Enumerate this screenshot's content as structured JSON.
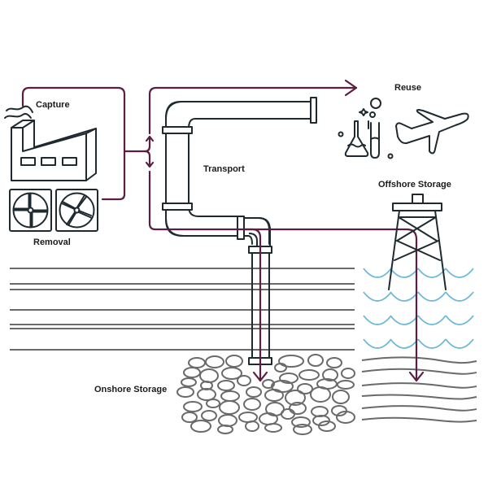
{
  "diagram": {
    "title": "Carbon capture, transport, reuse and storage",
    "labels": {
      "capture": "Capture",
      "removal": "Removal",
      "transport": "Transport",
      "reuse": "Reuse",
      "offshore_storage": "Offshore Storage",
      "onshore_storage": "Onshore Storage"
    },
    "icons": {
      "factory": "factory-icon",
      "fans": "fan-icon",
      "lab": "flask-icon",
      "plane": "airplane-icon",
      "rig": "offshore-rig-icon",
      "pipeline": "pipeline-icon"
    },
    "colors": {
      "flow": "#5a1e42",
      "ink": "#1f2a30",
      "strata": "#6a6a6a",
      "water": "#6bb8d6"
    },
    "flows": [
      {
        "from": "Capture",
        "to": "Reuse"
      },
      {
        "from": "Removal",
        "to": "Reuse"
      },
      {
        "from": "Capture",
        "to": "Onshore Storage"
      },
      {
        "from": "Capture",
        "to": "Offshore Storage"
      }
    ]
  }
}
